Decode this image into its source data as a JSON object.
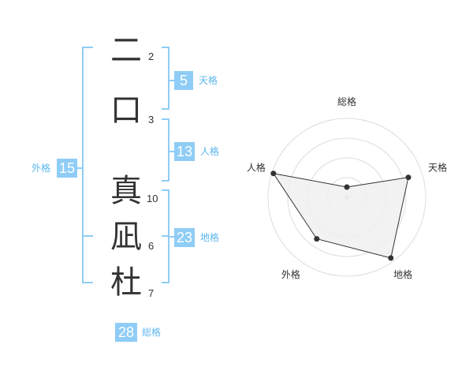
{
  "characters": [
    {
      "char": "二",
      "strokes": "2"
    },
    {
      "char": "口",
      "strokes": "3"
    },
    {
      "char": "真",
      "strokes": "10"
    },
    {
      "char": "凪",
      "strokes": "6"
    },
    {
      "char": "杜",
      "strokes": "7"
    }
  ],
  "fortunes": {
    "tenkaku": {
      "value": "5",
      "label": "天格"
    },
    "jinkaku": {
      "value": "13",
      "label": "人格"
    },
    "chikaku": {
      "value": "23",
      "label": "地格"
    },
    "gaikaku": {
      "value": "15",
      "label": "外格"
    },
    "soukaku": {
      "value": "28",
      "label": "総格"
    }
  },
  "chart_data": {
    "type": "radar",
    "axes": [
      "総格",
      "天格",
      "地格",
      "外格",
      "人格"
    ],
    "values": [
      0.13,
      0.82,
      0.95,
      0.65,
      0.98
    ],
    "rings": 4,
    "grid": true,
    "fill_color": "#f0f0f0",
    "line_color": "#333333",
    "grid_color": "#dddddd"
  },
  "colors": {
    "accent": "#8fcdf6",
    "label": "#5db7ee",
    "text": "#333333"
  }
}
